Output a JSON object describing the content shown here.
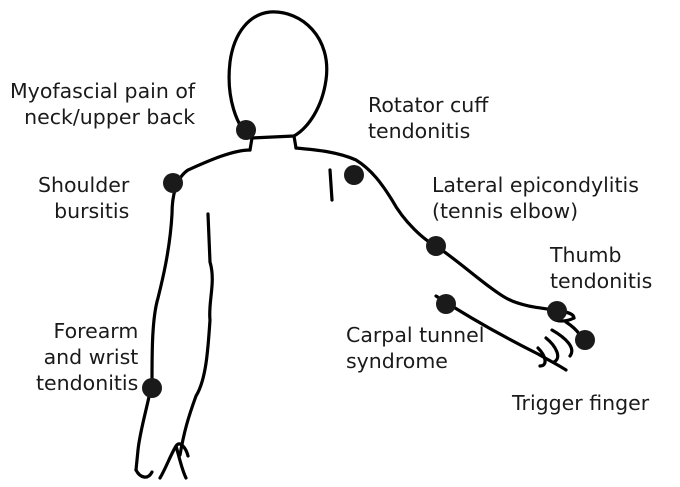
{
  "labels": {
    "myofascial": [
      "Myofascial pain of",
      "neck/upper back"
    ],
    "shoulder_bursitis": [
      "Shoulder",
      "bursitis"
    ],
    "forearm_wrist": [
      "Forearm",
      "and wrist",
      "tendonitis"
    ],
    "rotator_cuff": [
      "Rotator cuff",
      "tendonitis"
    ],
    "lateral_epicondylitis": [
      "Lateral epicondylitis",
      "(tennis elbow)"
    ],
    "thumb": [
      "Thumb",
      "tendonitis"
    ],
    "carpal_tunnel": [
      "Carpal tunnel",
      "syndrome"
    ],
    "trigger_finger": [
      "Trigger finger"
    ]
  },
  "colors": {
    "outline": "#000000",
    "marker": "#1a1a1a",
    "text": "#1a1a1a"
  }
}
